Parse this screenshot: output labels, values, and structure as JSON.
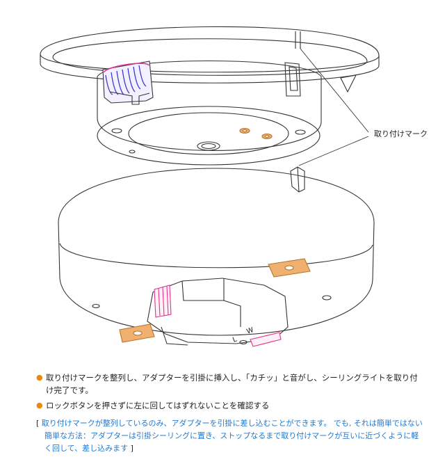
{
  "diagram": {
    "callout_label": "取り付けマーク",
    "terminal_L": "L",
    "terminal_W": "W"
  },
  "bullets": [
    "取り付けマークを整列し、アダプターを引掛に挿入し、「カチッ」と音がし、シーリングライトを取り付け完了です。",
    "ロックボタンを押さずに左に回してはずれないことを確認する"
  ],
  "note": {
    "open_bracket": "[",
    "line1": "取り付けマークが整列しているのみ、アダプターを引掛に差し込むことができます。 でも, それは簡単ではない",
    "line2": "簡単な方法：アダプターは引掛シーリングに置き、ストップなるまで取り付けマークが互いに近づくように軽く回して、差し込みます",
    "close_bracket": "]"
  },
  "colors": {
    "accent_orange": "#e8890c",
    "note_blue": "#1f78d1",
    "pin_pink": "#e0338f",
    "terminal_blue": "#3a3ad0",
    "pad_orange": "#f0b070"
  }
}
